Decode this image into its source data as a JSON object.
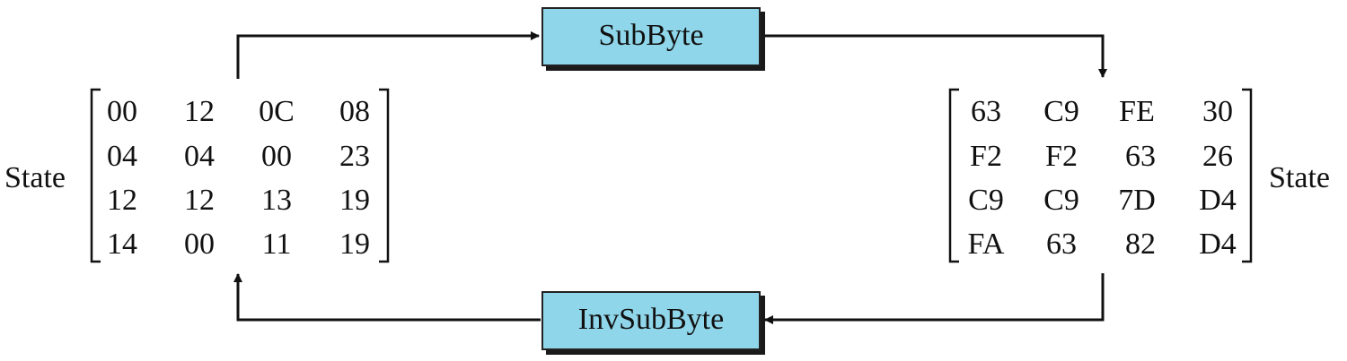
{
  "left_matrix": {
    "label": "State",
    "rows": [
      [
        "00",
        "12",
        "0C",
        "08"
      ],
      [
        "04",
        "04",
        "00",
        "23"
      ],
      [
        "12",
        "12",
        "13",
        "19"
      ],
      [
        "14",
        "00",
        "11",
        "19"
      ]
    ]
  },
  "right_matrix": {
    "label": "State",
    "rows": [
      [
        "63",
        "C9",
        "FE",
        "30"
      ],
      [
        "F2",
        "F2",
        "63",
        "26"
      ],
      [
        "C9",
        "C9",
        "7D",
        "D4"
      ],
      [
        "FA",
        "63",
        "82",
        "D4"
      ]
    ]
  },
  "forward_box": {
    "label": "SubByte"
  },
  "inverse_box": {
    "label": "InvSubByte"
  },
  "colors": {
    "box_fill": "#8fd6ea",
    "line": "#111111"
  }
}
